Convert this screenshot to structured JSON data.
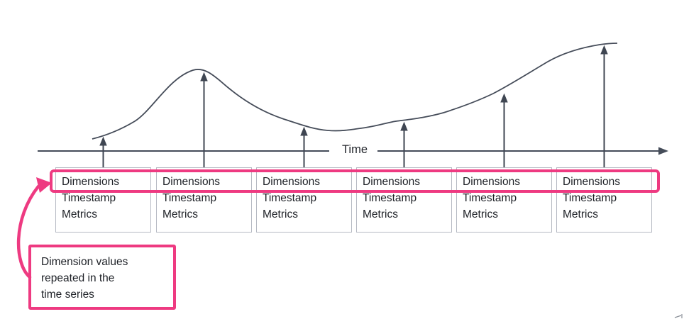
{
  "diagram": {
    "axis_label": "Time",
    "records": [
      {
        "rows": [
          "Dimensions",
          "Timestamp",
          "Metrics"
        ]
      },
      {
        "rows": [
          "Dimensions",
          "Timestamp",
          "Metrics"
        ]
      },
      {
        "rows": [
          "Dimensions",
          "Timestamp",
          "Metrics"
        ]
      },
      {
        "rows": [
          "Dimensions",
          "Timestamp",
          "Metrics"
        ]
      },
      {
        "rows": [
          "Dimensions",
          "Timestamp",
          "Metrics"
        ]
      },
      {
        "rows": [
          "Dimensions",
          "Timestamp",
          "Metrics"
        ]
      }
    ],
    "callout_lines": [
      "Dimension values",
      "repeated in the",
      "time series"
    ],
    "colors": {
      "annotation_pink": "#ee3a81",
      "curve_line": "#454c59",
      "box_border": "#b6bac3",
      "text": "#1d2026"
    }
  }
}
